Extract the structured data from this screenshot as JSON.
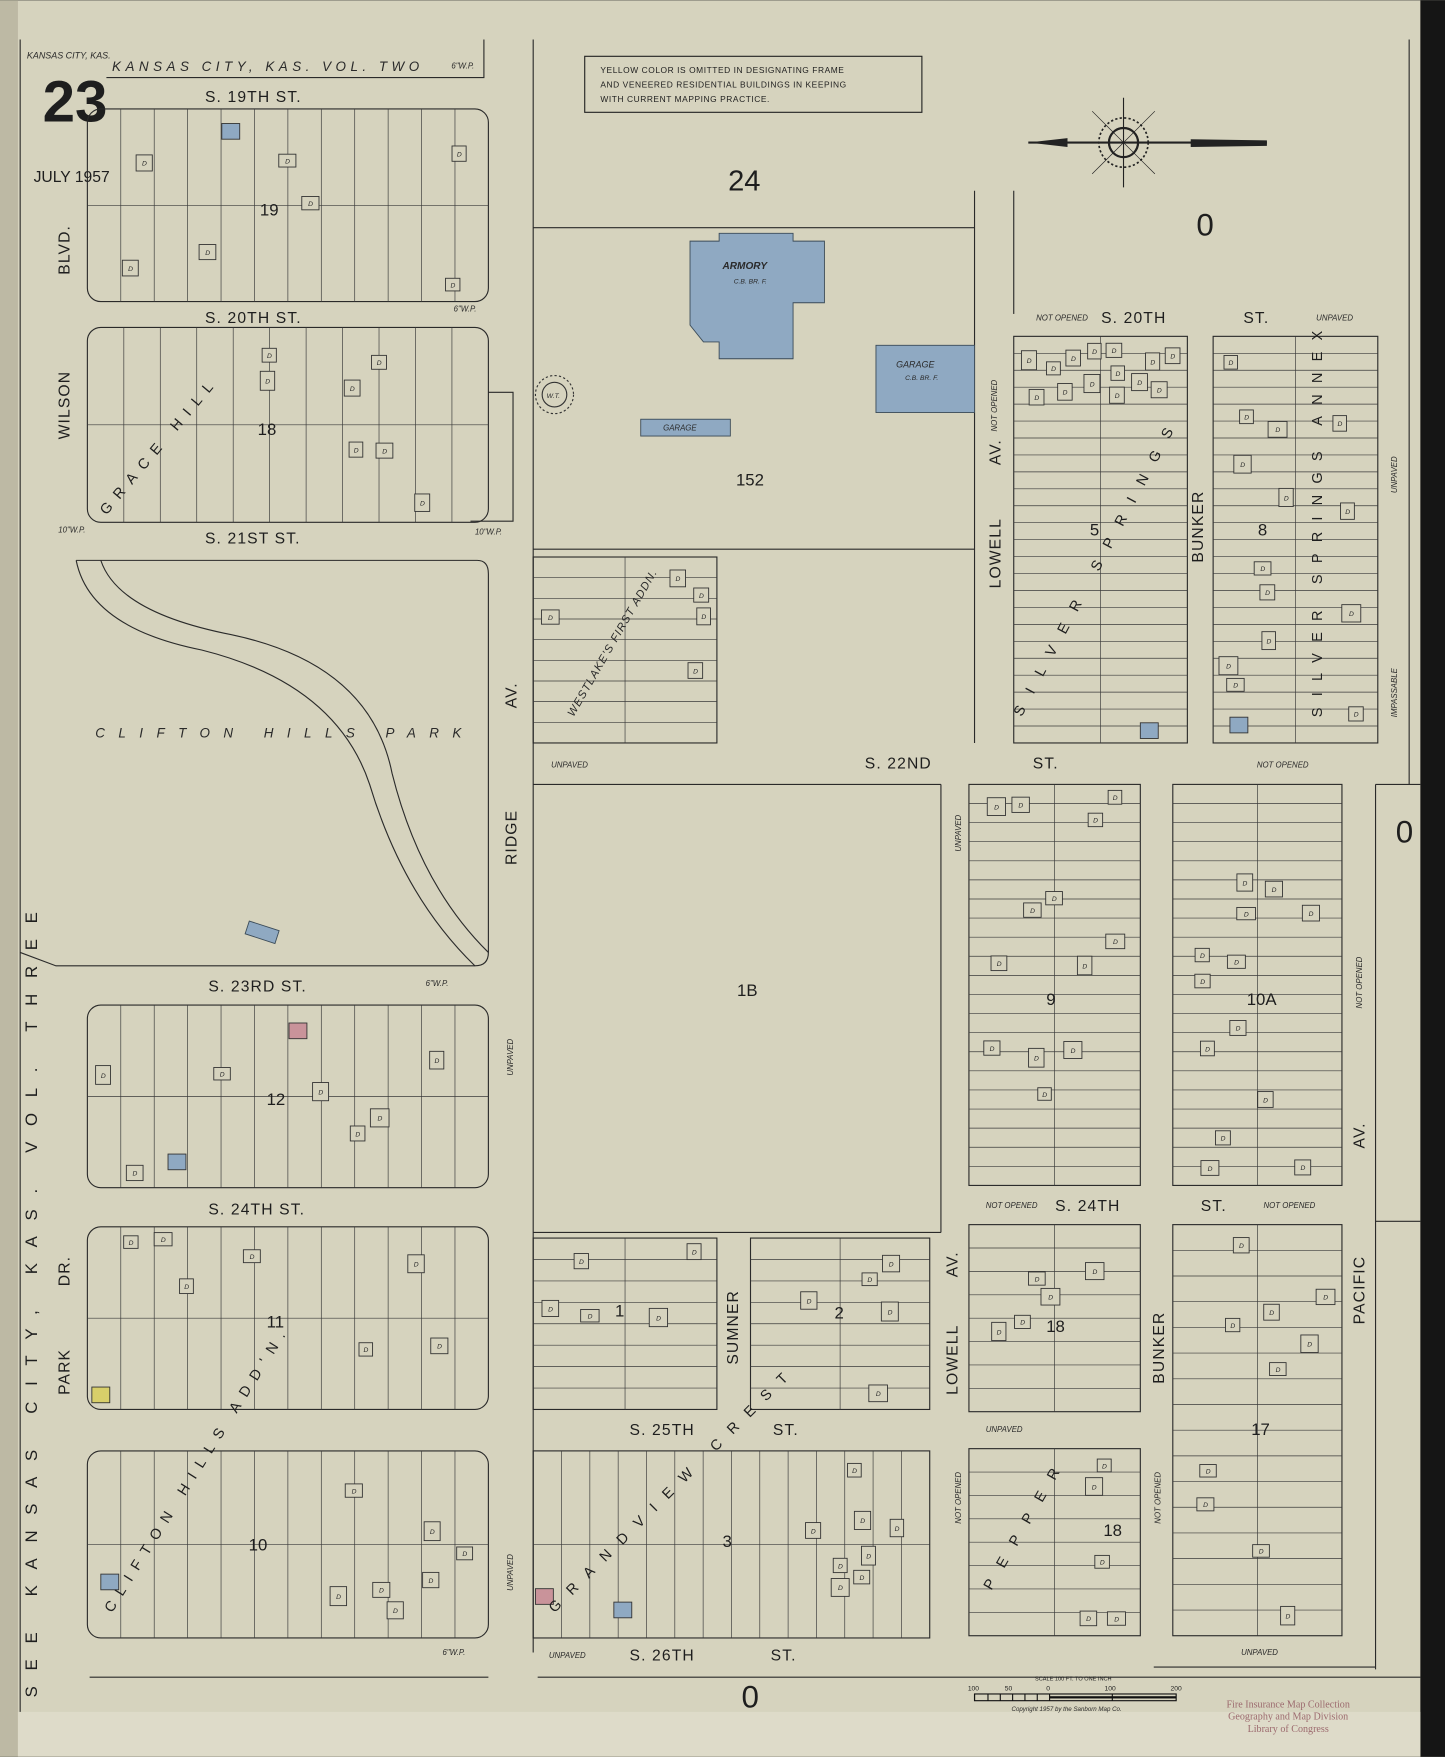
{
  "header": {
    "city_small": "KANSAS CITY, KAS.",
    "title": "KANSAS CITY, KAS. VOL. TWO",
    "sheet_number": "23",
    "date": "JULY 1957"
  },
  "note": {
    "line1": "YELLOW COLOR IS OMITTED IN DESIGNATING FRAME",
    "line2": "AND VENEERED RESIDENTIAL BUILDINGS IN KEEPING",
    "line3": "WITH CURRENT MAPPING PRACTICE."
  },
  "edge_label": "SEE KANSAS CITY, KAS. VOL. THREE",
  "streets": {
    "s19th": "S. 19TH ST.",
    "s20th_left": "S. 20TH ST.",
    "s20th_right": "S. 20TH",
    "s20th_right_st": "ST.",
    "s21st": "S. 21ST ST.",
    "s22nd": "S. 22ND",
    "s22nd_st": "ST.",
    "s23rd": "S. 23RD ST.",
    "s24th_left": "S. 24TH ST.",
    "s24th_right": "S. 24TH",
    "s24th_right_st": "ST.",
    "s25th": "S. 25TH",
    "s25th_st": "ST.",
    "s26th": "S. 26TH",
    "s26th_st": "ST.",
    "blvd": "BLVD.",
    "wilson": "WILSON",
    "park": "PARK",
    "dr": "DR.",
    "ridge": "RIDGE",
    "ridge_av": "AV.",
    "lowell": "LOWELL",
    "lowell_av": "AV.",
    "lowell2": "LOWELL",
    "lowell2_av": "AV.",
    "bunker": "BUNKER",
    "bunker2": "BUNKER",
    "sumner": "SUMNER",
    "pacific": "PACIFIC",
    "pacific_av": "AV."
  },
  "street_notes": {
    "not_opened": "NOT OPENED",
    "unpaved": "UNPAVED",
    "impassable": "IMPASSABLE",
    "wp": "6\"W.P.",
    "wp10": "10\"W.P."
  },
  "blocks": [
    "19",
    "18",
    "12",
    "11",
    "10",
    "24",
    "152",
    "1B",
    "5",
    "8",
    "9",
    "10A",
    "18",
    "17",
    "1",
    "2",
    "3",
    "18"
  ],
  "sheet_refs": [
    "0",
    "0",
    "0"
  ],
  "additions": {
    "westlake": "WESTLAKE'S FIRST ADDN.",
    "silver_springs_annex": "SILVER SPRINGS ANNEX",
    "silver_springs": "SILVER SPRINGS",
    "grandview_crest": "GRANDVIEW CREST",
    "grace_hill": "GRACE HILL",
    "clifton_hills_add": "CLIFTON HILLS ADD'N.",
    "park": "CLIFTON HILLS PARK",
    "pepper": "PEPPER"
  },
  "buildings": {
    "armory": "ARMORY",
    "armory_sub": "C.B. BR. F.",
    "garage": "GARAGE",
    "garage_sub": "C.B. BR. F.",
    "garage2": "GARAGE",
    "water_tower": "W.T.",
    "dwelling": "D"
  },
  "scale": {
    "title": "SCALE 100 FT. TO ONE INCH",
    "ticks": [
      "100",
      "50",
      "0",
      "100",
      "200"
    ],
    "copyright": "Copyright 1957 by the Sanborn Map Co."
  },
  "stamp": {
    "line1": "Fire Insurance Map Collection",
    "line2": "Geography and Map Division",
    "line3": "Library of Congress"
  },
  "colors": {
    "paper": "#d6d3be",
    "concrete_blue": "#8fa9c2",
    "brick_red": "#c9939a",
    "yellow": "#d8cf6a"
  }
}
